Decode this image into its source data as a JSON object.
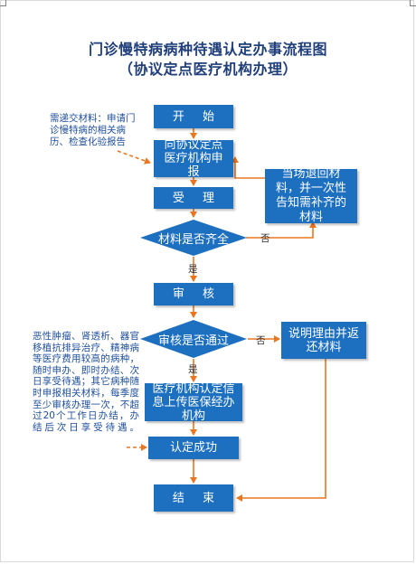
{
  "title": {
    "line1": "门诊慢特病病种待遇认定办事流程图",
    "line2": "（协议定点医疗机构办理）"
  },
  "nodes": {
    "start": "开 始",
    "apply": "向协议定点医疗机构申报",
    "accept": "受 理",
    "materials_check": "材料是否齐全",
    "review": "审 核",
    "review_pass": "审核是否通过",
    "upload": "医疗机构认定信息上传医保经办机构",
    "success": "认定成功",
    "end": "结 束",
    "return_on_spot": "当场退回材料，并一次性告知需补齐的材料",
    "explain_return": "说明理由并返还材料"
  },
  "labels": {
    "yes_1": "是",
    "no_1": "否",
    "yes_2": "是",
    "no_2": "否"
  },
  "notes": {
    "submit_materials": "需递交材料：申请门诊慢特病的相关病历、检查化验报告",
    "timeline": "恶性肿瘤、肾透析、器官移植抗排异治疗、精神病等医疗费用较高的病种，随时申办、即时办结、次日享受待遇；其它病种随时申报相关材料，每季度至少审核办理一次，不超过20个工作日办结，办结后次日享受待遇。"
  },
  "colors": {
    "box": "#1d6fc0",
    "arrow": "#e87722",
    "title": "#1f3e7a",
    "note_text": "#1f4f9c"
  }
}
